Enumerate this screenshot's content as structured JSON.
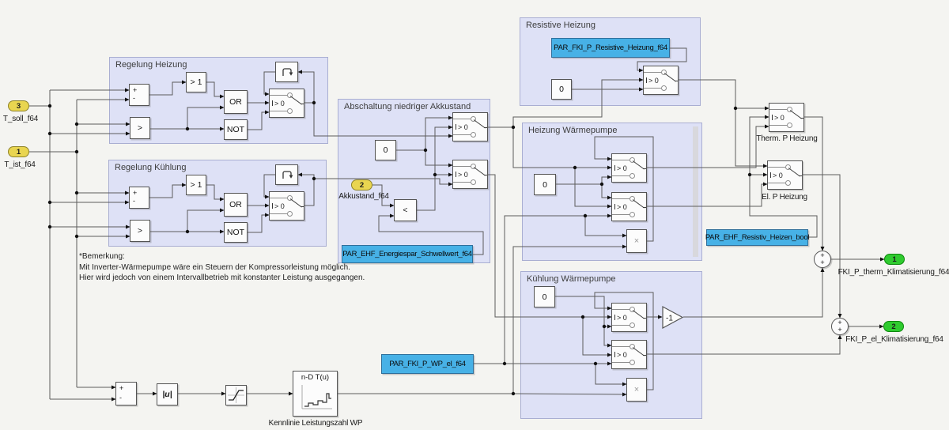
{
  "regions": {
    "regelung_heizung": "Regelung Heizung",
    "regelung_kuehlung": "Regelung Kühlung",
    "abschaltung": "Abschaltung niedriger Akkustand",
    "resistive": "Resistive Heizung",
    "heizung_wp": "Heizung Wärmepumpe",
    "kuehlung_wp": "Kühlung Wärmepumpe"
  },
  "inputs": [
    {
      "num": "3",
      "label": "T_soll_f64"
    },
    {
      "num": "1",
      "label": "T_ist_f64"
    },
    {
      "num": "2",
      "label": "Akkustand_f64"
    }
  ],
  "outputs": [
    {
      "num": "1",
      "label": "FKI_P_therm_Klimatisierung_f64"
    },
    {
      "num": "2",
      "label": "FKI_P_el_Klimatisierung_f64"
    }
  ],
  "params": {
    "resistive_heizung": "PAR_FKI_P_Resistive_Heizung_f64",
    "energiespar": "PAR_EHF_Energiespar_Schwellwert_f64",
    "resistiv_heizen": "PAR_EHF_Resistiv_Heizen_bool",
    "wp_el": "PAR_FKI_P_WP_el_f64"
  },
  "ops": {
    "zero": "0",
    "gt1": "> 1",
    "gt": ">",
    "lt": "<",
    "or": "OR",
    "not": "NOT",
    "switch_crit": "> 0",
    "product": "×",
    "gain": "-1",
    "abs": "|u|",
    "lut": "n-D T(u)",
    "plus": "+",
    "minus": "-"
  },
  "labels": {
    "therm": "Therm. P Heizung",
    "el": "El. P Heizung",
    "kennlinie": "Kennlinie Leistungszahl WP",
    "note1": "*Bemerkung:",
    "note2": "Mit Inverter-Wärmepumpe wäre ein Steuern der Kompressorleistung möglich.",
    "note3": "Hier wird jedoch von einem Intervallbetrieb mit konstanter Leistung ausgegangen."
  },
  "colors": {
    "canvas_bg": "#f4f4f1",
    "region_fill": "#dee1f6",
    "region_border": "#a9aed2",
    "param_fill": "#47b1e6",
    "inport_fill": "#e9d550",
    "outport_fill": "#2fcb2f",
    "wire": "#5c5c5c"
  }
}
